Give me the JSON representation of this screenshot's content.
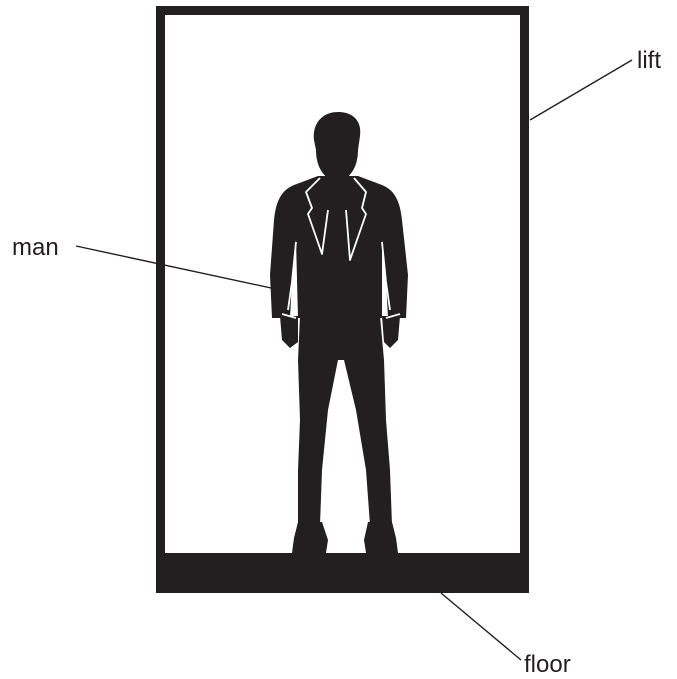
{
  "labels": {
    "lift": "lift",
    "man": "man",
    "floor": "floor"
  },
  "colors": {
    "ink": "#231f20",
    "background": "#ffffff"
  }
}
